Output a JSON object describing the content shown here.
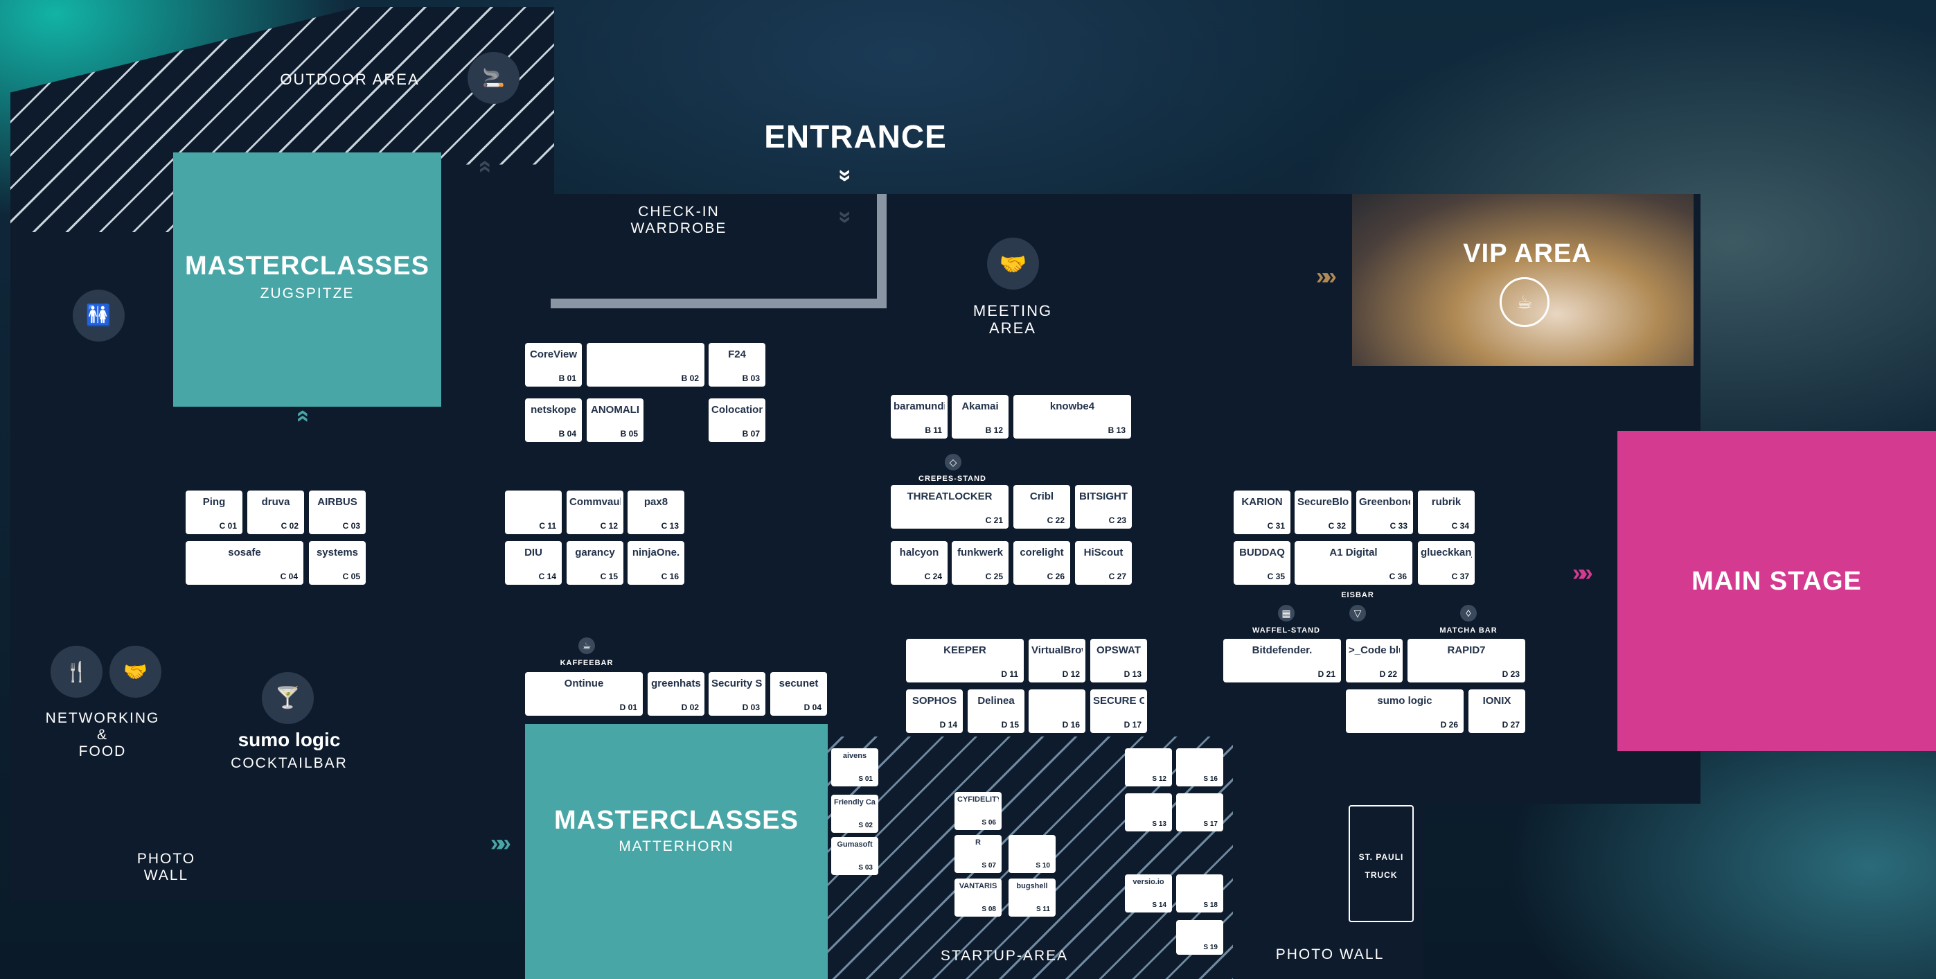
{
  "areas": {
    "outdoor": "OUTDOOR AREA",
    "entrance": "ENTRANCE",
    "checkin_line1": "CHECK-IN",
    "checkin_line2": "WARDROBE",
    "meeting_line1": "MEETING",
    "meeting_line2": "AREA",
    "vip": "VIP AREA",
    "main_stage": "MAIN STAGE",
    "masterclass_top_title": "MASTERCLASSES",
    "masterclass_top_sub": "ZUGSPITZE",
    "masterclass_bottom_title": "MASTERCLASSES",
    "masterclass_bottom_sub": "MATTERHORN",
    "networking_line1": "NETWORKING",
    "networking_line2": "&",
    "networking_line3": "FOOD",
    "cocktail_brand": "sumo logic",
    "cocktail_label": "COCKTAILBAR",
    "photo_wall_left_1": "PHOTO",
    "photo_wall_left_2": "WALL",
    "photo_wall_right": "PHOTO WALL",
    "startup_area": "STARTUP-AREA",
    "truck_line1": "ST. PAULI",
    "truck_line2": "TRUCK",
    "crepes": "CREPES-STAND",
    "kaffeebar": "KAFFEEBAR",
    "waffel": "WAFFEL-STAND",
    "eisbar": "EISBAR",
    "matcha": "MATCHA BAR"
  },
  "colors": {
    "teal": "#48a6a6",
    "magenta": "#d43a8f",
    "vip_gold": "#b08a55",
    "floor": "#0e1b2c"
  },
  "booths": [
    {
      "label": "CoreView",
      "code": "B 01"
    },
    {
      "label": "",
      "code": "B 02"
    },
    {
      "label": "F24",
      "code": "B 03"
    },
    {
      "label": "netskope",
      "code": "B 04"
    },
    {
      "label": "ANOMALI",
      "code": "B 05"
    },
    {
      "label": "ColocationIX",
      "code": "B 07"
    },
    {
      "label": "baramundi",
      "code": "B 11"
    },
    {
      "label": "Akamai",
      "code": "B 12"
    },
    {
      "label": "knowbe4",
      "code": "B 13"
    },
    {
      "label": "Ping",
      "code": "C 01"
    },
    {
      "label": "druva",
      "code": "C 02"
    },
    {
      "label": "AIRBUS",
      "code": "C 03"
    },
    {
      "label": "sosafe",
      "code": "C 04"
    },
    {
      "label": "systems",
      "code": "C 05"
    },
    {
      "label": "",
      "code": "C 11"
    },
    {
      "label": "Commvault",
      "code": "C 12"
    },
    {
      "label": "pax8",
      "code": "C 13"
    },
    {
      "label": "DIU",
      "code": "C 14"
    },
    {
      "label": "garancy",
      "code": "C 15"
    },
    {
      "label": "ninjaOne.",
      "code": "C 16"
    },
    {
      "label": "THREATLOCKER",
      "code": "C 21"
    },
    {
      "label": "Cribl",
      "code": "C 22"
    },
    {
      "label": "BITSIGHT",
      "code": "C 23"
    },
    {
      "label": "halcyon",
      "code": "C 24"
    },
    {
      "label": "funkwerk",
      "code": "C 25"
    },
    {
      "label": "corelight",
      "code": "C 26"
    },
    {
      "label": "HiScout",
      "code": "C 27"
    },
    {
      "label": "KARION",
      "code": "C 31"
    },
    {
      "label": "SecureBlog",
      "code": "C 32"
    },
    {
      "label": "Greenbone",
      "code": "C 33"
    },
    {
      "label": "rubrik",
      "code": "C 34"
    },
    {
      "label": "BUDDAQ",
      "code": "C 35"
    },
    {
      "label": "A1 Digital",
      "code": "C 36"
    },
    {
      "label": "glueckkanja",
      "code": "C 37"
    },
    {
      "label": "Ontinue",
      "code": "D 01"
    },
    {
      "label": "greenhats",
      "code": "D 02"
    },
    {
      "label": "Security Scorecard",
      "code": "D 03"
    },
    {
      "label": "secunet",
      "code": "D 04"
    },
    {
      "label": "KEEPER",
      "code": "D 11"
    },
    {
      "label": "VirtualBrowser",
      "code": "D 12"
    },
    {
      "label": "OPSWAT",
      "code": "D 13"
    },
    {
      "label": "SOPHOS",
      "code": "D 14"
    },
    {
      "label": "Delinea",
      "code": "D 15"
    },
    {
      "label": "",
      "code": "D 16"
    },
    {
      "label": "SECURE CODE WARRIOR",
      "code": "D 17"
    },
    {
      "label": "Bitdefender.",
      "code": "D 21"
    },
    {
      "label": ">_Code blue",
      "code": "D 22"
    },
    {
      "label": "RAPID7",
      "code": "D 23"
    },
    {
      "label": "sumo logic",
      "code": "D 26"
    },
    {
      "label": "IONIX",
      "code": "D 27"
    },
    {
      "label": "aivens",
      "code": "S 01"
    },
    {
      "label": "Friendly Captcha",
      "code": "S 02"
    },
    {
      "label": "Gumasoft",
      "code": "S 03"
    },
    {
      "label": "CYFIDELITY",
      "code": "S 06"
    },
    {
      "label": "R",
      "code": "S 07"
    },
    {
      "label": "VANTARIS",
      "code": "S 08"
    },
    {
      "label": "",
      "code": "S 10"
    },
    {
      "label": "bugshell",
      "code": "S 11"
    },
    {
      "label": "",
      "code": "S 12"
    },
    {
      "label": "",
      "code": "S 13"
    },
    {
      "label": "versio.io",
      "code": "S 14"
    },
    {
      "label": "",
      "code": "S 16"
    },
    {
      "label": "",
      "code": "S 17"
    },
    {
      "label": "",
      "code": "S 18"
    },
    {
      "label": "",
      "code": "S 19"
    }
  ]
}
